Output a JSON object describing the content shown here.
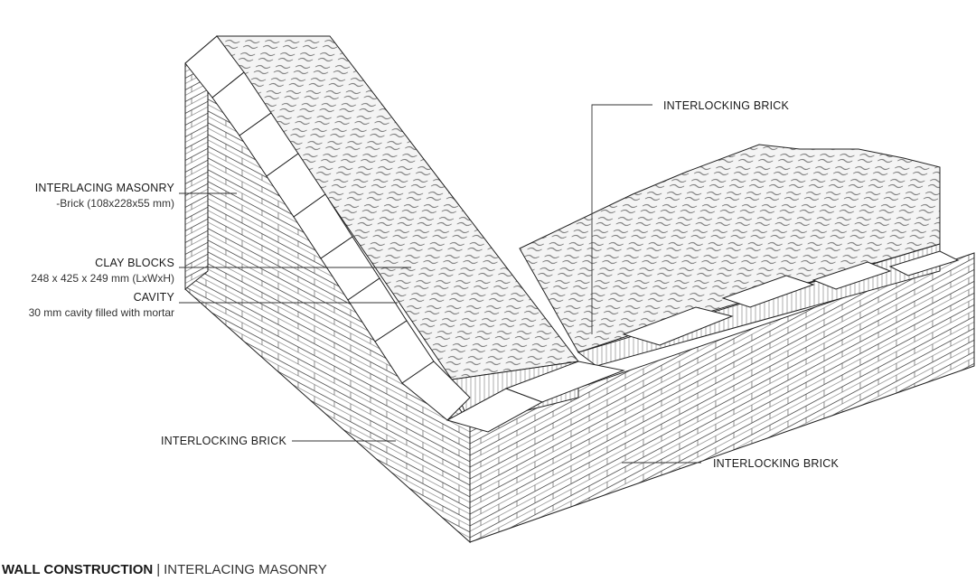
{
  "labels": {
    "interlacing_masonry": {
      "title": "INTERLACING MASONRY",
      "detail": "-Brick (108x228x55 mm)"
    },
    "clay_blocks": {
      "title": "CLAY BLOCKS",
      "detail": "248 x 425 x 249 mm (LxWxH)"
    },
    "cavity": {
      "title": "CAVITY",
      "detail": "30 mm cavity filled with mortar"
    },
    "interlocking_brick_top": "INTERLOCKING BRICK",
    "interlocking_brick_left": "INTERLOCKING BRICK",
    "interlocking_brick_right": "INTERLOCKING BRICK"
  },
  "title": {
    "main": "WALL CONSTRUCTION",
    "separator": "|",
    "sub": "INTERLACING MASONRY"
  }
}
